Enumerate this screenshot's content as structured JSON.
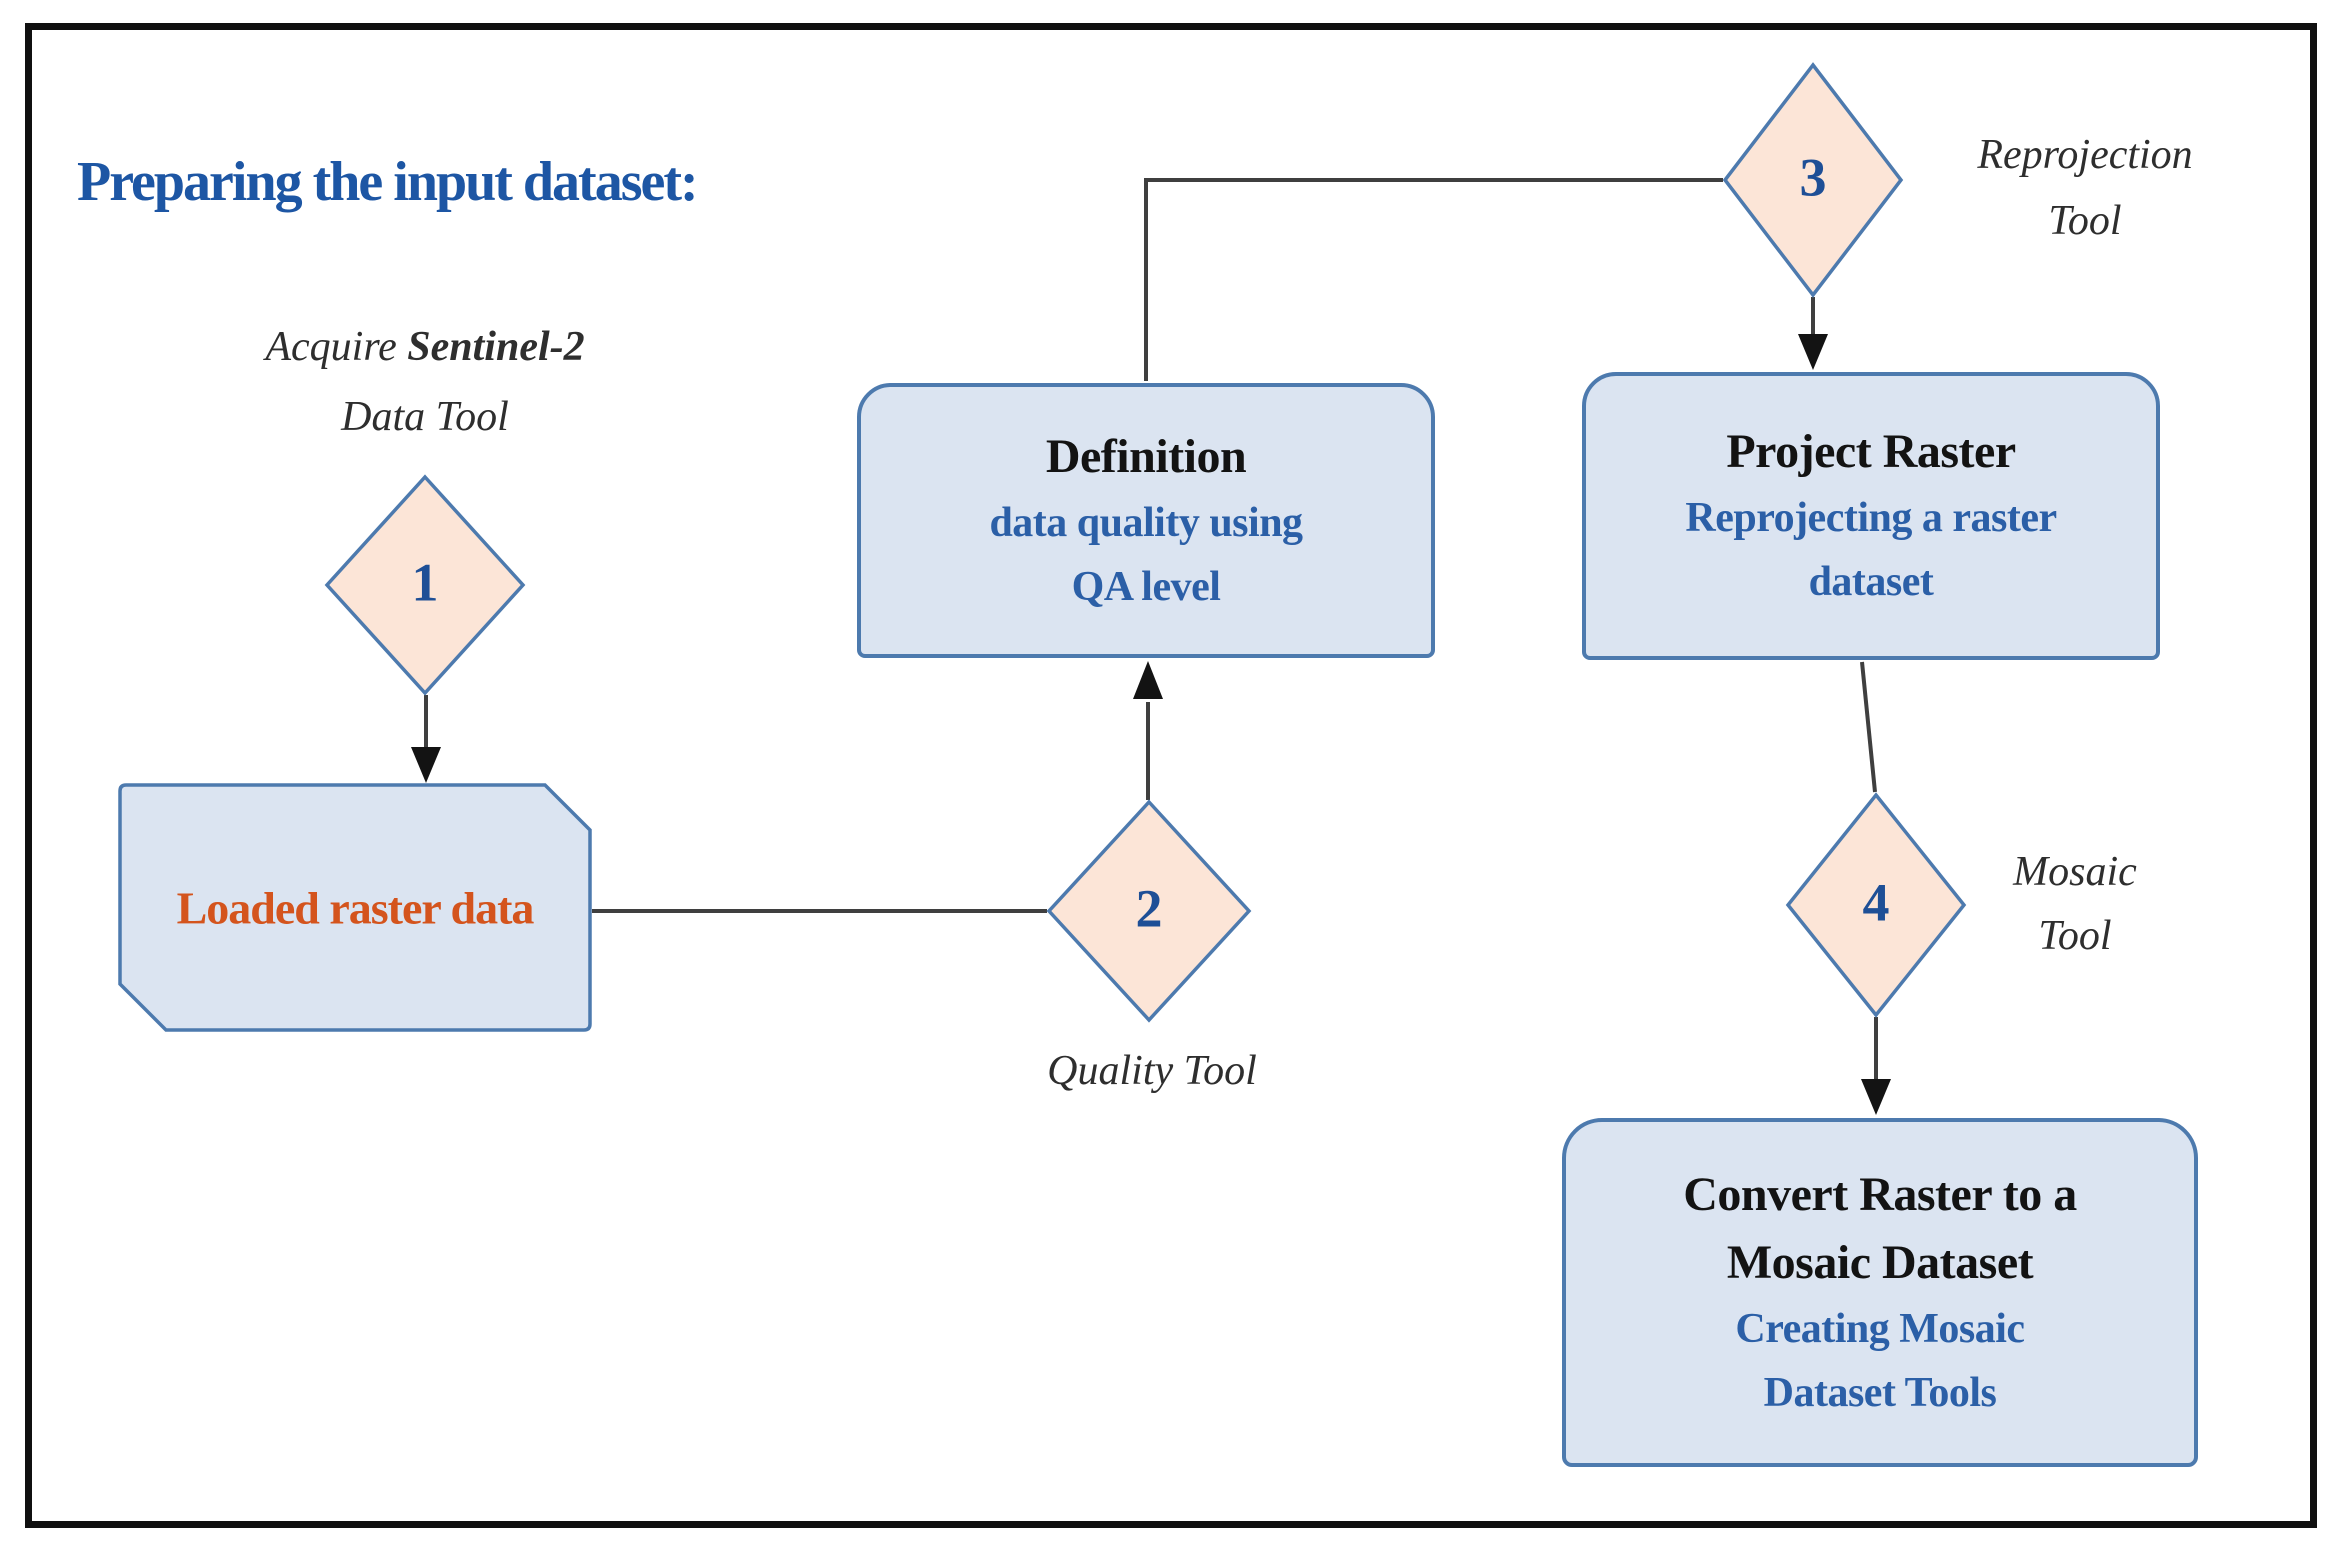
{
  "figure": {
    "title": "Preparing the input dataset:",
    "colors": {
      "title_blue": "#1d56a4",
      "node_fill": "#dbe4f1",
      "node_border": "#4d7aae",
      "diamond_fill": "#fce5d7",
      "diamond_border": "#4d7aae",
      "number_blue": "#1e4f96",
      "subtitle_blue": "#2b5fa7",
      "orange_text": "#d4541d",
      "connector_gray": "#3f3f3f",
      "label_dark": "#2e2e2e"
    }
  },
  "steps": {
    "one": "1",
    "two": "2",
    "three": "3",
    "four": "4"
  },
  "labels": {
    "step1_line1_italic": "Acquire ",
    "step1_line1_bold": "Sentinel-2",
    "step1_line2": "Data Tool",
    "step2": "Quality Tool",
    "step3_line1": "Reprojection",
    "step3_line2": "Tool",
    "step4_line1": "Mosaic",
    "step4_line2": "Tool"
  },
  "nodes": {
    "loaded": {
      "text": "Loaded raster data"
    },
    "definition": {
      "title": "Definition",
      "sub1": "data quality using",
      "sub2": "QA level"
    },
    "project": {
      "title": "Project Raster",
      "sub1": "Reprojecting a raster",
      "sub2": "dataset"
    },
    "convert": {
      "title1": "Convert Raster to a",
      "title2": "Mosaic Dataset",
      "sub1": "Creating Mosaic",
      "sub2": "Dataset Tools"
    }
  }
}
